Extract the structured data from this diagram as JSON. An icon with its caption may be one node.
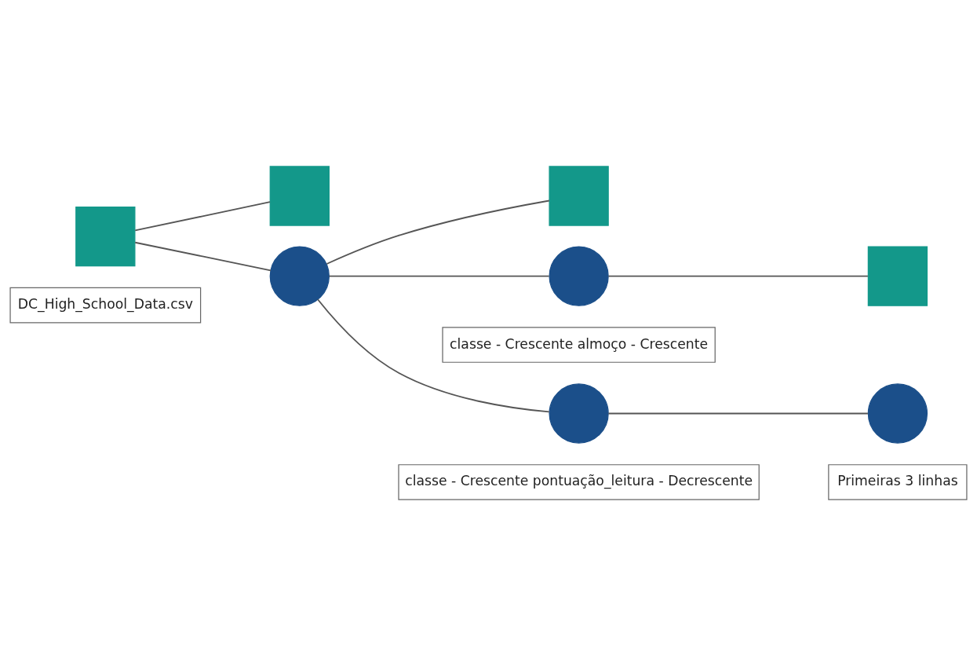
{
  "diagram": {
    "nodes": [
      {
        "text": [],
        "shape": "box",
        "beside": [
          "DC_High_School_Data.csv"
        ]
      },
      {
        "text": [],
        "shape": "box"
      },
      {
        "text": [],
        "shape": "circle"
      },
      {
        "text": [],
        "shape": "box"
      },
      {
        "text": [],
        "shape": "circle",
        "beside": [
          "classe - Crescente almoço - Crescente"
        ]
      },
      {
        "text": [],
        "shape": "box"
      },
      {
        "text": [],
        "shape": "circle",
        "beside": [
          "classe - Crescente pontuação_leitura - Decrescente"
        ]
      },
      {
        "text": [],
        "shape": "circle",
        "beside": [
          "Primeiras 3 linhas"
        ]
      }
    ],
    "edges": [
      {
        "from": 0,
        "to": 1,
        "arrow": "none"
      },
      {
        "from": 0,
        "to": 2,
        "arrow": "none"
      },
      {
        "from": 2,
        "to": 3,
        "arrow": "none"
      },
      {
        "from": 2,
        "to": 4,
        "arrow": "none"
      },
      {
        "from": 4,
        "to": 5,
        "arrow": "none"
      },
      {
        "from": 2,
        "to": 6,
        "arrow": "none"
      },
      {
        "from": 6,
        "to": 7,
        "arrow": "none"
      }
    ]
  }
}
